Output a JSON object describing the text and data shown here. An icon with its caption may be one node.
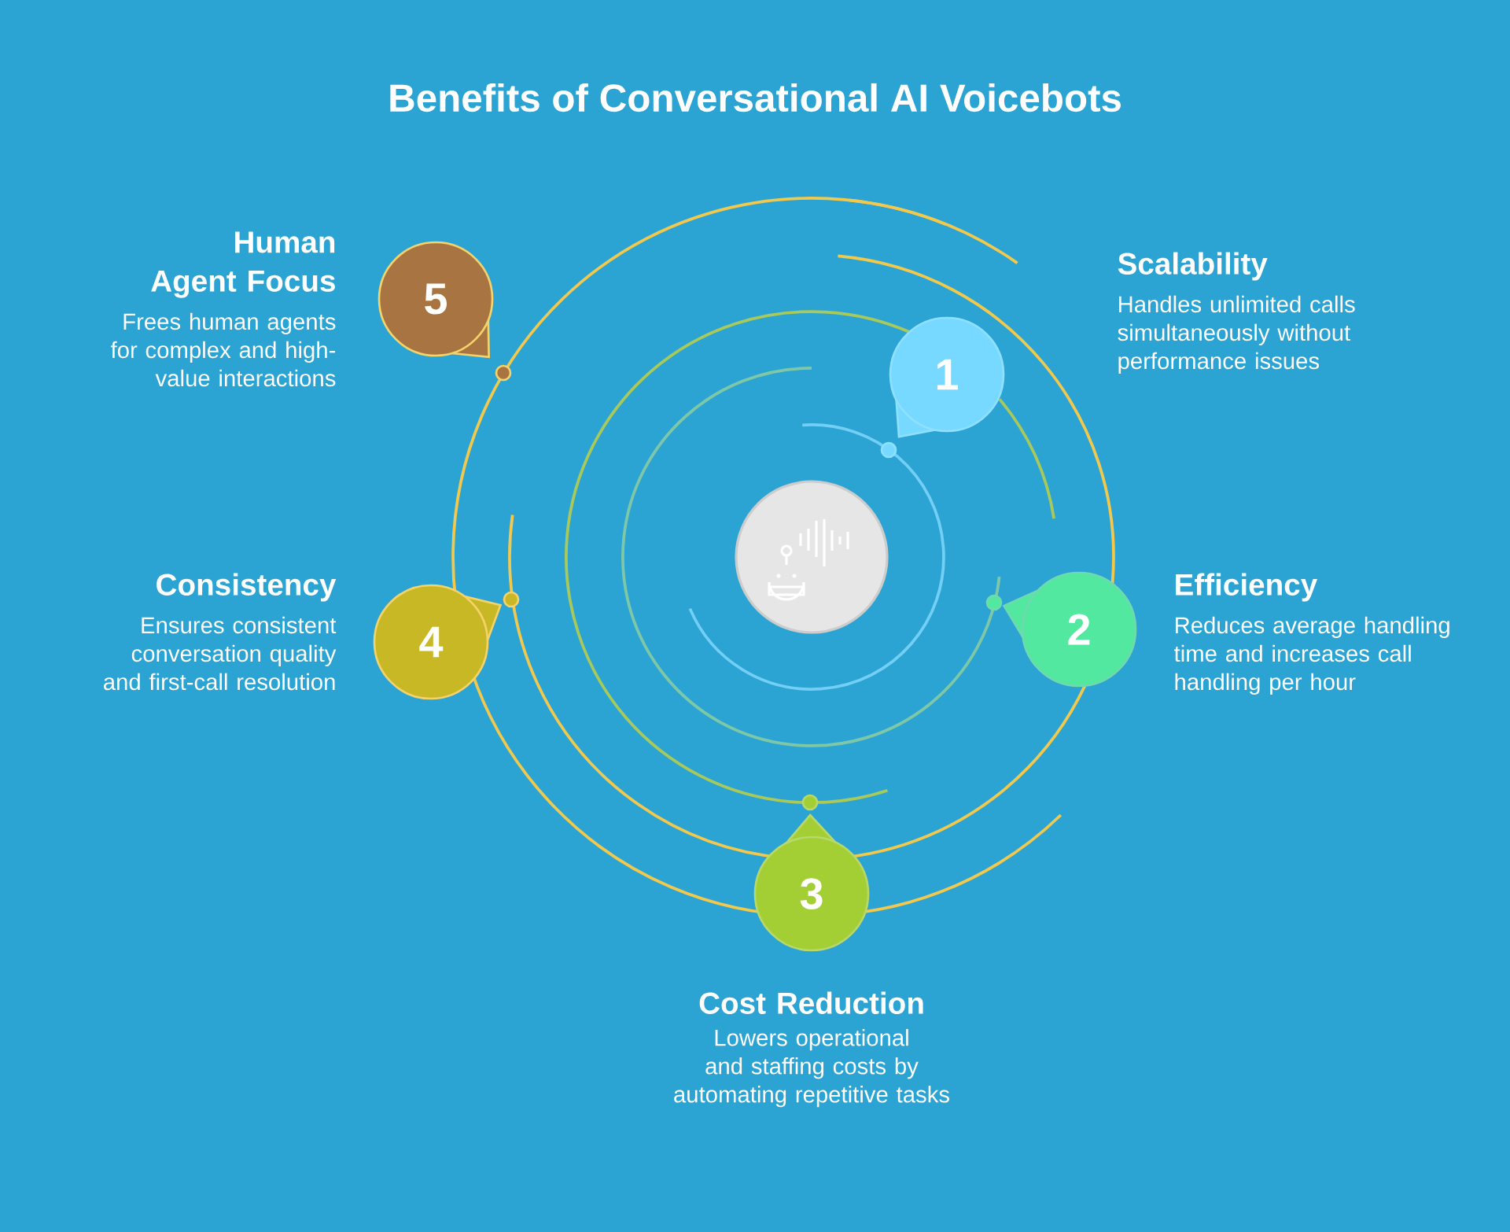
{
  "diagram": {
    "title": "Benefits of Conversational AI Voicebots",
    "nodes": [
      {
        "text": [
          "1"
        ],
        "beside": [
          "Scalability",
          "Handles unlimited calls simultaneously without performance issues"
        ]
      },
      {
        "text": [
          "2"
        ],
        "beside": [
          "Efficiency",
          "Reduces average handling time and increases call handling per hour"
        ]
      },
      {
        "text": [
          "3"
        ],
        "beside": [
          "Cost Reduction",
          "Lowers operational and staffing costs by automating repetitive tasks"
        ]
      },
      {
        "text": [
          "4"
        ],
        "beside": [
          "Consistency",
          "Ensures consistent conversation quality and first-call resolution"
        ]
      },
      {
        "text": [
          "5"
        ],
        "beside": [
          "Human Agent Focus",
          "Frees human agents for complex and high-value interactions"
        ]
      },
      {
        "text": [],
        "shape": "circle"
      }
    ]
  }
}
